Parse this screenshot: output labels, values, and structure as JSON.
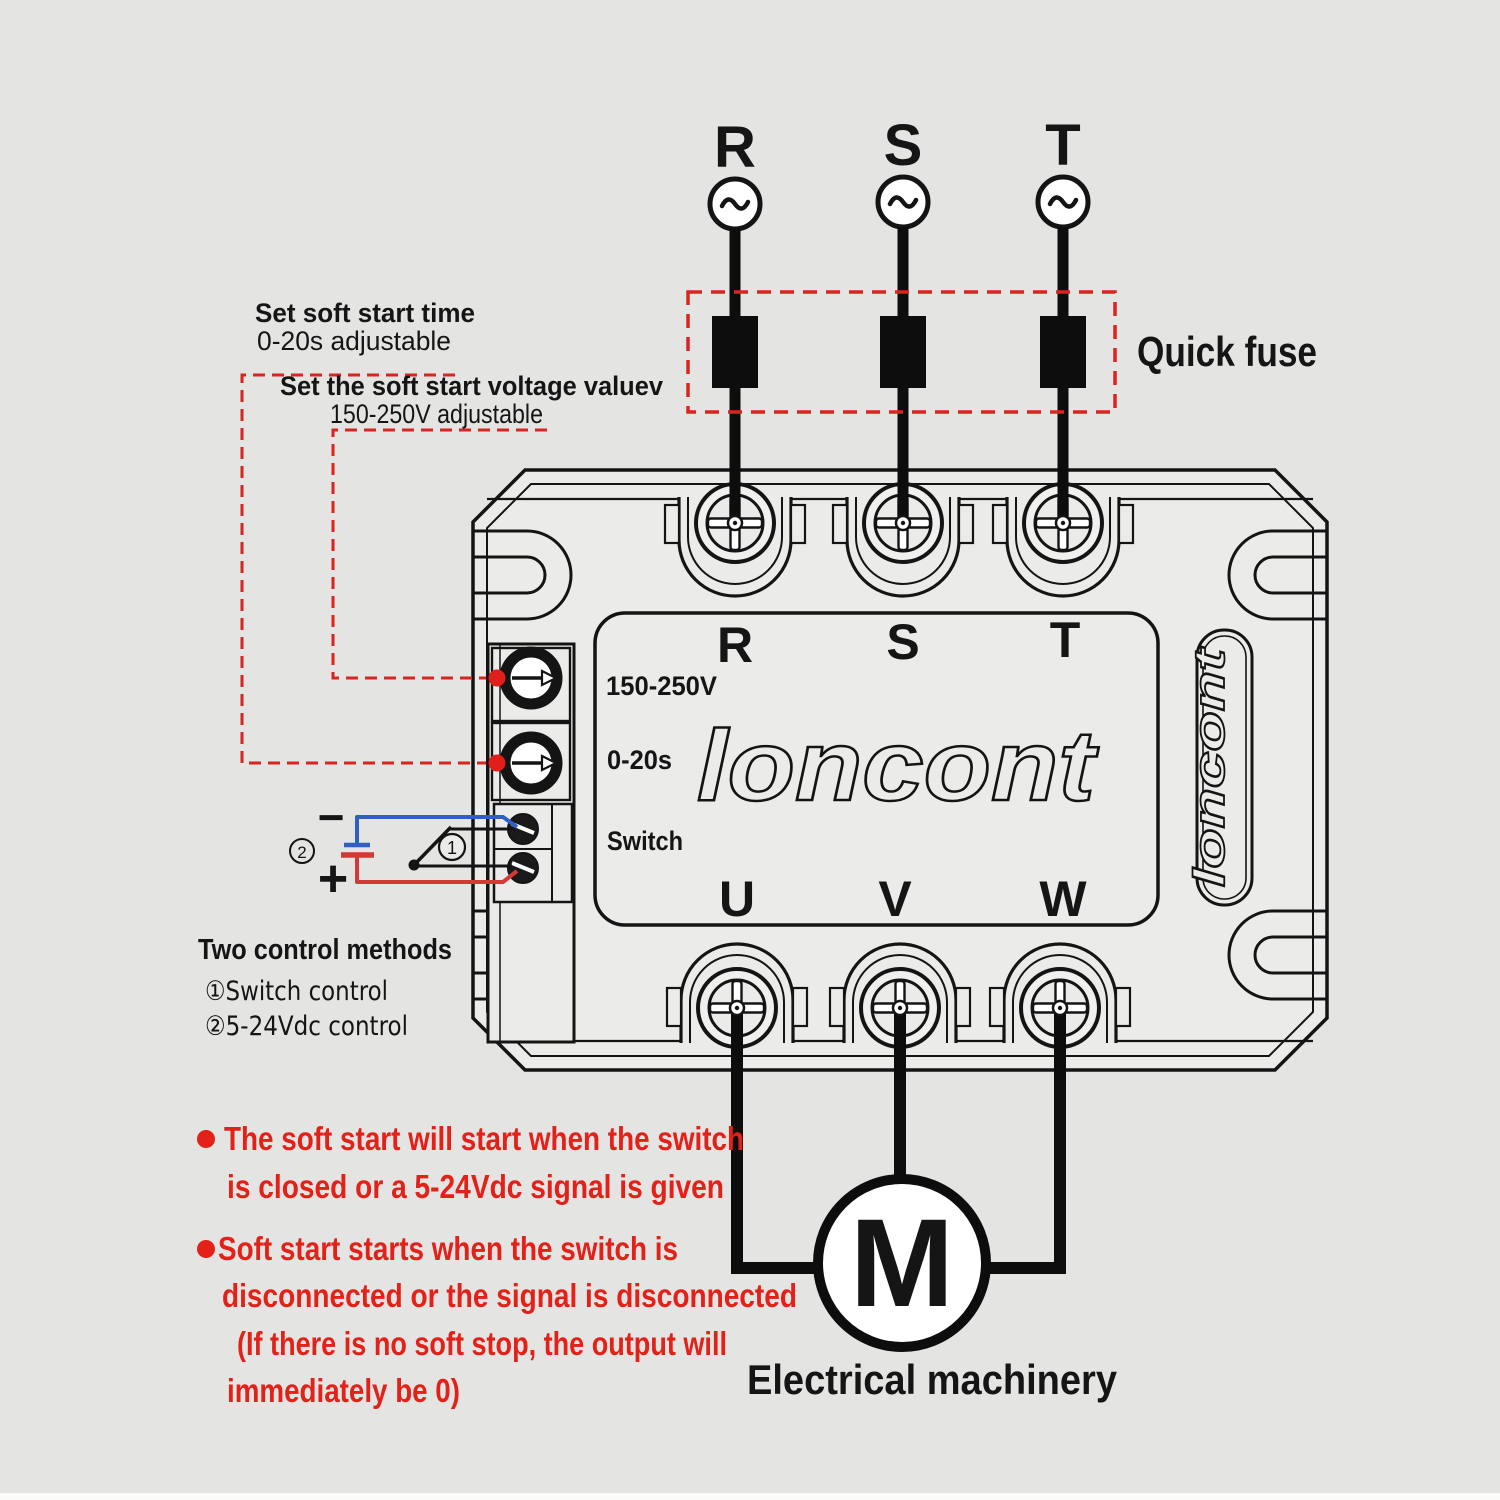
{
  "colors": {
    "background": "#e4e4e2",
    "module_fill": "#ebebe9",
    "line": "#141414",
    "annotation_red": "#d8251f",
    "note_red": "#e32119",
    "wire_blue": "#2f5fc4",
    "wire_red": "#d23b35"
  },
  "top": {
    "phases": [
      "R",
      "S",
      "T"
    ],
    "quick_fuse": "Quick fuse"
  },
  "left": {
    "time_note_title": "Set soft start time",
    "time_note_sub": "0-20s adjustable",
    "volt_note_title": "Set the soft start voltage valuev",
    "volt_note_sub": "150-250V adjustable",
    "methods_title": "Two control methods",
    "methods_item1": "①Switch control",
    "methods_item2": "②5-24Vdc control",
    "minus": "−",
    "plus": "+",
    "num1": "1",
    "num2": "2"
  },
  "module": {
    "brand": "loncont",
    "side_brand": "loncont",
    "in_r": "R",
    "in_s": "S",
    "in_t": "T",
    "out_u": "U",
    "out_v": "V",
    "out_w": "W",
    "pot_voltage_label": "150-250V",
    "pot_time_label": "0-20s",
    "switch_label": "Switch"
  },
  "notes": [
    "The soft start will start when the switch",
    "is closed or a 5-24Vdc signal is given",
    "Soft start starts when the switch is",
    "disconnected or the signal is disconnected",
    "(If there is no soft stop, the output will",
    "immediately be 0)"
  ],
  "motor": {
    "symbol": "M",
    "label": "Electrical machinery"
  }
}
